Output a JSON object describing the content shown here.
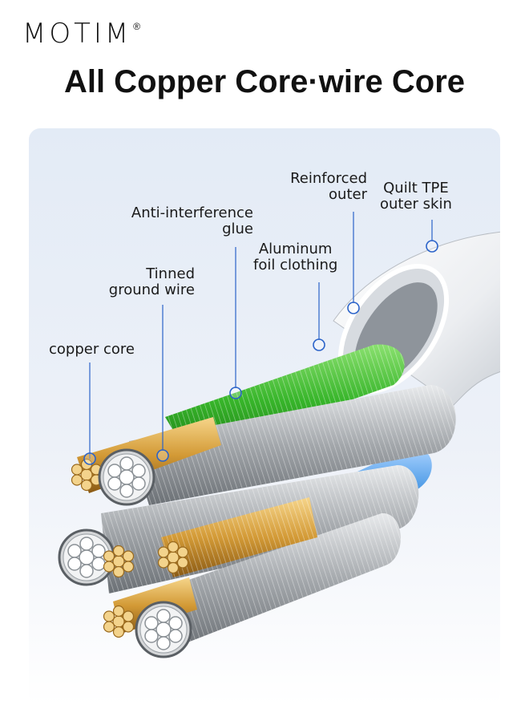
{
  "brand": {
    "name": "MOTIM",
    "registered": "®"
  },
  "headline": "All Copper Core·wire Core",
  "labels": {
    "reinforced_outer": [
      "Reinforced",
      "outer"
    ],
    "quilt_tpe": [
      "Quilt TPE",
      "outer skin"
    ],
    "anti_interference": [
      "Anti-interference",
      "glue"
    ],
    "aluminum_foil": [
      "Aluminum",
      "foil clothing"
    ],
    "tinned_ground": [
      "Tinned",
      "ground wire"
    ],
    "copper_core": "copper core"
  },
  "colors": {
    "accent_line": "#2b63c9",
    "copper": "#d9a441",
    "green_wire": "#37b52a",
    "blue_wire": "#3a8fe0",
    "jacket": "#f0f2f4"
  }
}
